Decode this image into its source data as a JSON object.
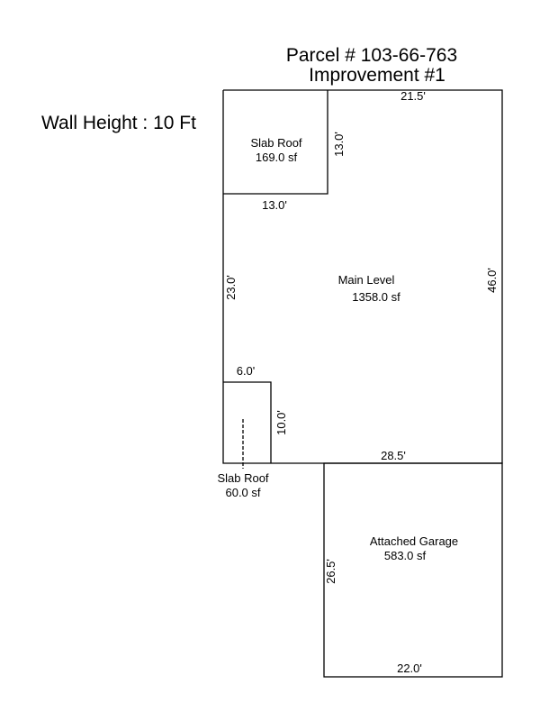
{
  "header": {
    "parcel": "Parcel # 103-66-763",
    "improvement": "Improvement #1",
    "wall_height": "Wall Height : 10 Ft"
  },
  "areas": {
    "slab_roof_top": {
      "name": "Slab Roof",
      "area": "169.0 sf",
      "dim_right": "13.0'",
      "dim_bottom": "13.0'"
    },
    "main_level": {
      "name": "Main Level",
      "area": "1358.0 sf",
      "dim_top": "21.5'",
      "dim_left": "23.0'",
      "dim_right": "46.0'",
      "dim_bottom": "28.5'"
    },
    "slab_roof_small": {
      "name": "Slab Roof",
      "area": "60.0 sf",
      "dim_top": "6.0'",
      "dim_right": "10.0'"
    },
    "garage": {
      "name": "Attached Garage",
      "area": "583.0 sf",
      "dim_left": "26.5'",
      "dim_bottom": "22.0'"
    }
  }
}
